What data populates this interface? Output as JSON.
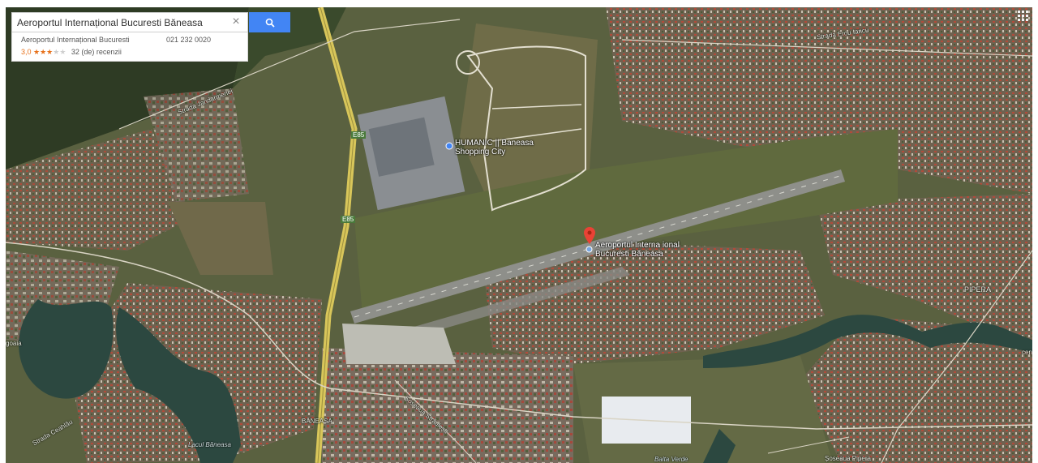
{
  "search": {
    "query": "Aeroportul Internațional Bucuresti Băneasa",
    "clear_symbol": "×",
    "button_icon": "search-icon"
  },
  "result": {
    "name": "Aeroportul Internațional Bucuresti",
    "phone": "021 232 0020",
    "rating": "3,0",
    "stars_on": "★★★",
    "stars_off": "★★",
    "reviews": "32 (de) recenzii"
  },
  "map": {
    "type": "satellite",
    "colors": {
      "vegetation": "#3c4a2b",
      "field": "#6b6a46",
      "urban": "#7d6a5c",
      "runway": "#8e8f8a",
      "water": "#2d4a42",
      "road_major": "#d8c65a",
      "pin": "#e94235"
    },
    "pois": [
      {
        "name_lines": [
          "HUMANIC || Baneasa",
          "Shopping City"
        ]
      },
      {
        "name_lines": [
          "Aeroportul Interna ional",
          "Bucuresti Băneasa"
        ]
      }
    ],
    "street_labels": [
      "Strada Jandarmeriei",
      "E85",
      "E85",
      "Strada Erou Iancu",
      "PIPERA",
      "BĂNEASA",
      "Lacul Băneasa",
      "Balta Verde",
      "Strada Ceahlău",
      "Șoseaua Pipera",
      "Șoseaua Străulești",
      "goaia",
      "ceni"
    ]
  },
  "controls": {
    "apps_icon": "apps-grid-icon"
  }
}
